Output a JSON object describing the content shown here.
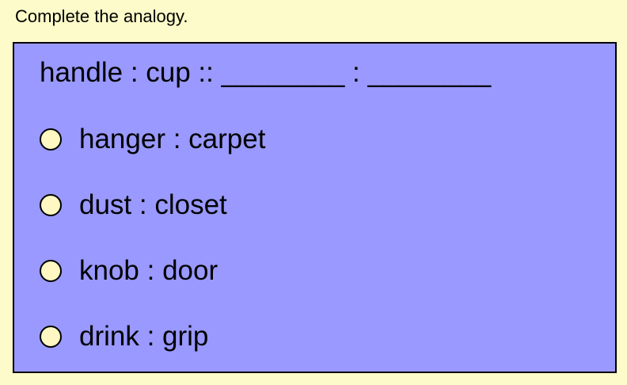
{
  "instruction": "Complete the analogy.",
  "question": "handle : cup :: ________ : ________",
  "options": [
    {
      "label": "hanger : carpet"
    },
    {
      "label": "dust : closet"
    },
    {
      "label": "knob : door"
    },
    {
      "label": "drink : grip"
    }
  ]
}
